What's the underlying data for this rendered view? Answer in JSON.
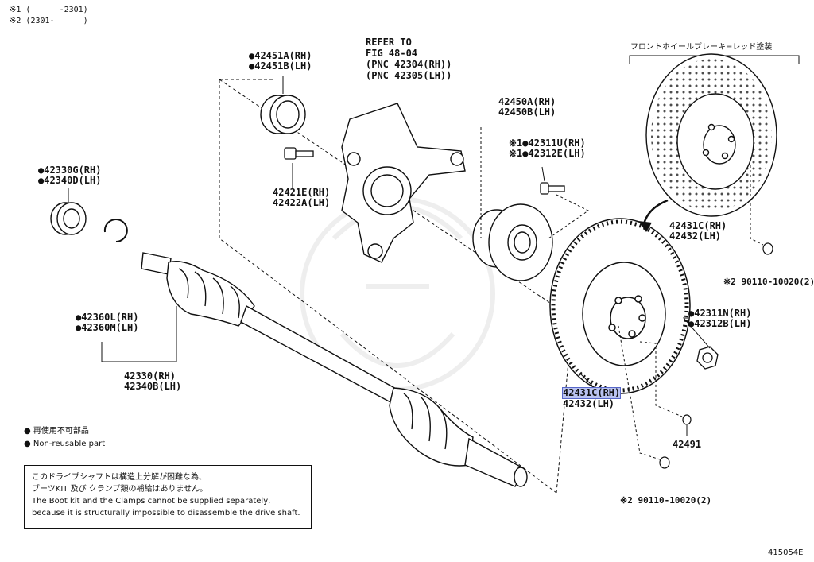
{
  "header": {
    "note1": "※1 (      -2301)",
    "note2": "※2 (2301-      )"
  },
  "refer": {
    "line1": "REFER TO",
    "line2": "FIG 48-04",
    "line3": "(PNC 42304(RH))",
    "line4": "(PNC 42305(LH))"
  },
  "parts": {
    "bearing_rh": "●42451A(RH)",
    "bearing_lh": "●42451B(LH)",
    "seal_rh": "●42330G(RH)",
    "seal_lh": "●42340D(LH)",
    "bolt_rh": "42421E(RH)",
    "bolt_lh": "42422A(LH)",
    "hub_rh": "42450A(RH)",
    "hub_lh": "42450B(LH)",
    "hubbolt_rh": "※1●42311U(RH)",
    "hubbolt_lh": "※1●42312E(LH)",
    "disc_top_rh": "42431C(RH)",
    "disc_top_lh": "42432(LH)",
    "disc_rh": "42431C(RH)",
    "disc_lh": "42432(LH)",
    "screw_top": "※2 90110-10020(2)",
    "screw_bottom": "※2 90110-10020(2)",
    "nut_rh": "●42311N(RH)",
    "nut_lh": "●42312B(LH)",
    "pin": "42491",
    "clip_rh": "●42360L(RH)",
    "clip_lh": "●42360M(LH)",
    "shaft_rh": "42330(RH)",
    "shaft_lh": "42340B(LH)"
  },
  "jp_caption": "フロントホイールブレーキ=レッド塗装",
  "legend": {
    "jp": "● 再使用不可部品",
    "en": "● Non-reusable part"
  },
  "notice": {
    "jp1": "このドライブシャフトは構造上分解が困難な為、",
    "jp2": "ブーツKIT 及び クランプ類の補給はありません。",
    "en1": "The Boot kit and the Clamps cannot be supplied separately,",
    "en2": "because it is structurally impossible to disassemble the drive shaft."
  },
  "figure_id": "415054E",
  "colors": {
    "highlight": "#b9c2f0",
    "line": "#111111"
  }
}
